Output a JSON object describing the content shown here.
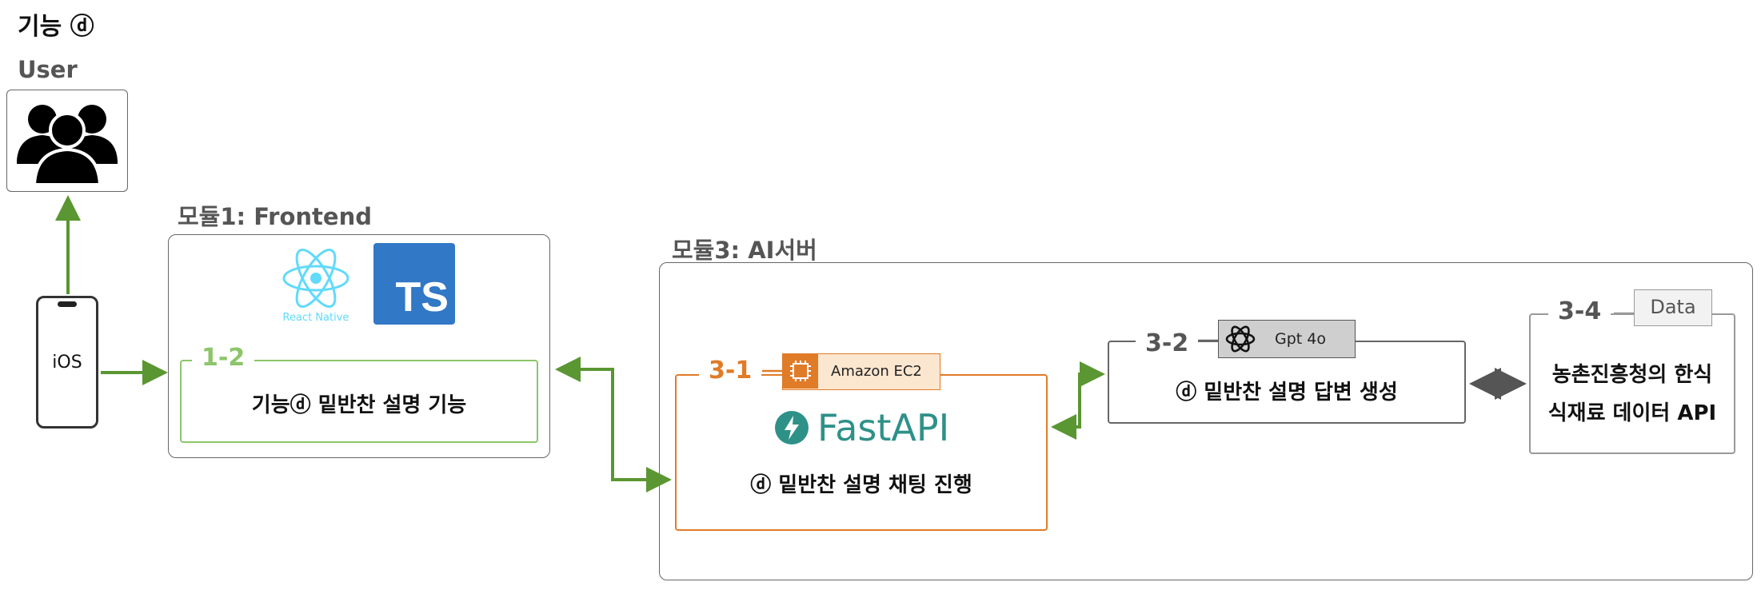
{
  "page": {
    "title": "기능 ⓓ"
  },
  "user": {
    "label": "User",
    "icon": "users-group-icon"
  },
  "device": {
    "label": "iOS",
    "icon": "iphone-icon"
  },
  "module1": {
    "label": "모듈1: Frontend",
    "react_logo_label": "React Native",
    "ts_logo_text": "TS",
    "step": "1-2",
    "feature": "기능ⓓ 밑반찬 설명 기능"
  },
  "module3": {
    "label": "모듈3: AI서버",
    "step_3_1": "3-1",
    "ec2_label": "Amazon EC2",
    "fastapi_label": "FastAPI",
    "chat_text": "ⓓ 밑반찬 설명 채팅 진행",
    "step_3_2": "3-2",
    "gpt_label": "Gpt 4o",
    "answer_text": "ⓓ 밑반찬 설명 답변 생성",
    "step_3_4": "3-4",
    "data_label": "Data",
    "api_line1": "농촌진흥청의 한식",
    "api_line2": "식재료 데이터 API"
  },
  "colors": {
    "green_arrow": "#5a9632",
    "orange": "#e07b28",
    "light_green": "#8cc56a",
    "ts_blue": "#3178c6",
    "react_cyan": "#61dafb",
    "fastapi_teal": "#2e9188",
    "gray_border": "#666666"
  }
}
